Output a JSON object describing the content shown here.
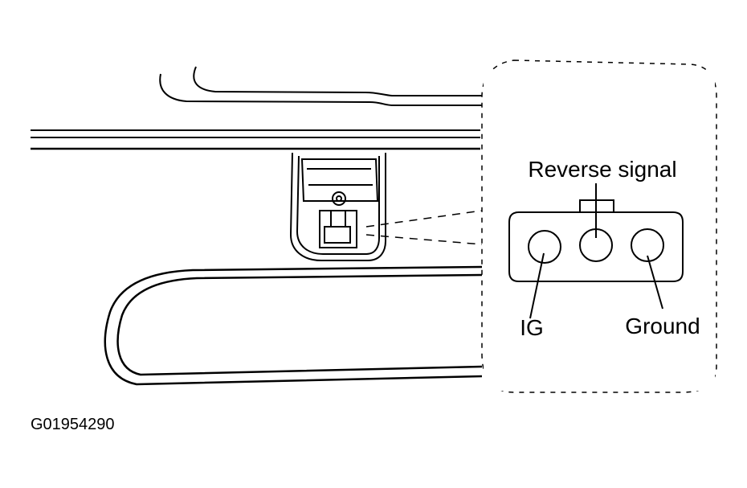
{
  "diagram": {
    "title": "",
    "figure_id": "G01954290",
    "connector": {
      "pins": [
        {
          "name": "pin-ig",
          "label": "IG"
        },
        {
          "name": "pin-reverse-signal",
          "label": "Reverse signal"
        },
        {
          "name": "pin-ground",
          "label": "Ground"
        }
      ]
    },
    "colors": {
      "ink": "#000000",
      "paper": "#ffffff"
    }
  }
}
